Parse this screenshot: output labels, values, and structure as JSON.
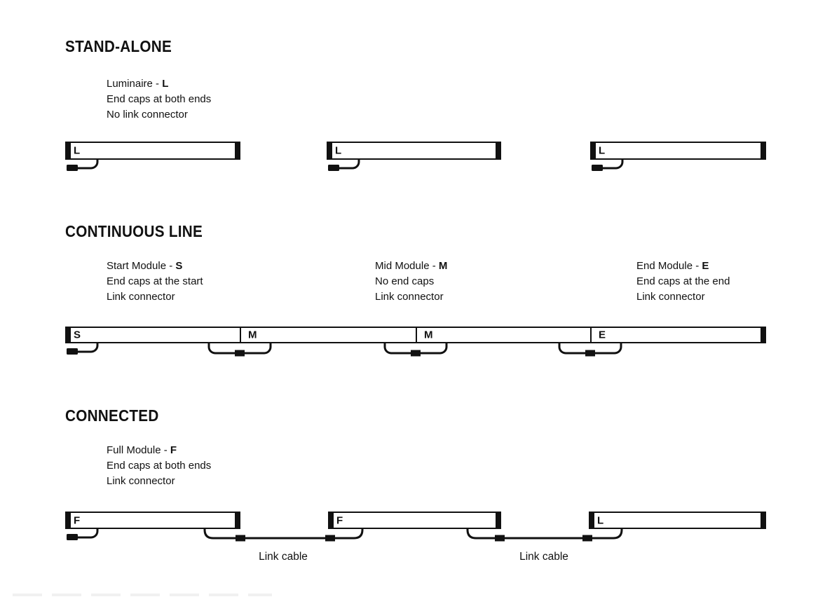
{
  "page": {
    "background_color": "#ffffff",
    "ink_color": "#111111"
  },
  "sections": [
    {
      "id": "stand-alone",
      "title": "STAND-ALONE",
      "info_columns": [
        {
          "lines": [
            {
              "text": "Luminaire - ",
              "code": "L"
            },
            {
              "text": "End caps at both ends",
              "code": ""
            },
            {
              "text": "No link connector",
              "code": ""
            }
          ]
        }
      ],
      "modules": [
        {
          "label": "L"
        },
        {
          "label": "L"
        },
        {
          "label": "L"
        }
      ]
    },
    {
      "id": "continuous-line",
      "title": "CONTINUOUS LINE",
      "info_columns": [
        {
          "lines": [
            {
              "text": "Start Module - ",
              "code": "S"
            },
            {
              "text": "End caps at the start",
              "code": ""
            },
            {
              "text": "Link connector",
              "code": ""
            }
          ]
        },
        {
          "lines": [
            {
              "text": "Mid Module - ",
              "code": "M"
            },
            {
              "text": "No end caps",
              "code": ""
            },
            {
              "text": "Link connector",
              "code": ""
            }
          ]
        },
        {
          "lines": [
            {
              "text": "End Module - ",
              "code": "E"
            },
            {
              "text": "End caps at the end",
              "code": ""
            },
            {
              "text": "Link connector",
              "code": ""
            }
          ]
        }
      ],
      "modules": [
        {
          "label": "S"
        },
        {
          "label": "M"
        },
        {
          "label": "M"
        },
        {
          "label": "E"
        }
      ]
    },
    {
      "id": "connected",
      "title": "CONNECTED",
      "info_columns": [
        {
          "lines": [
            {
              "text": "Full Module - ",
              "code": "F"
            },
            {
              "text": "End caps at both ends",
              "code": ""
            },
            {
              "text": "Link connector",
              "code": ""
            }
          ]
        }
      ],
      "modules": [
        {
          "label": "F"
        },
        {
          "label": "F"
        },
        {
          "label": "L"
        }
      ],
      "cable_labels": [
        "Link cable",
        "Link cable"
      ]
    }
  ]
}
